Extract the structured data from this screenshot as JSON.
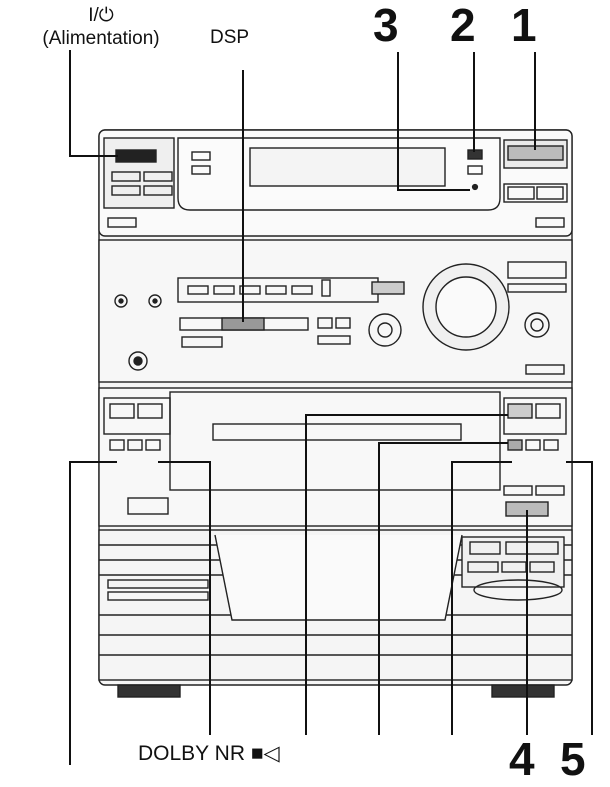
{
  "labels": {
    "power_symbol": "I/⏻",
    "power_name": "(Alimentation)",
    "dsp": "DSP",
    "num_3": "3",
    "num_2": "2",
    "num_1": "1",
    "num_4": "4",
    "num_5": "5",
    "dolby": "DOLBY NR ■◁"
  },
  "colors": {
    "line": "#111111",
    "panel": "#f2f2f2",
    "outline": "#222222"
  }
}
